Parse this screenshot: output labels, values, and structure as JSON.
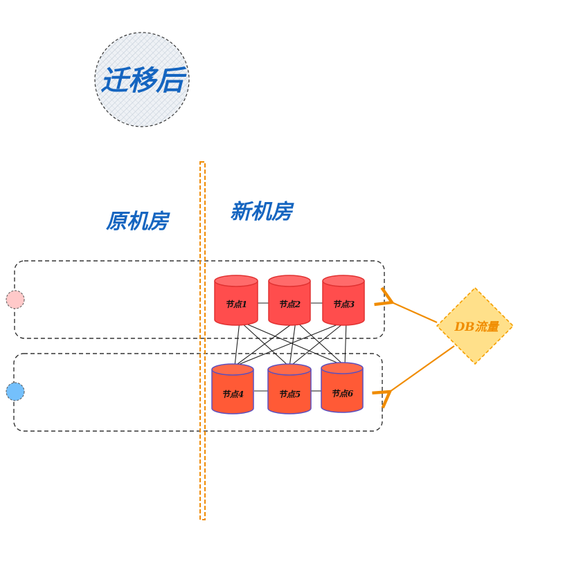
{
  "title": "迁移后",
  "labels": {
    "old_room": "原机房",
    "new_room": "新机房"
  },
  "nodes": [
    "节点1",
    "节点2",
    "节点3",
    "节点4",
    "节点5",
    "节点6"
  ],
  "traffic": {
    "label": "DB流量"
  },
  "colors": {
    "title_text": "#1565c0",
    "node_fill": "#ff4d4d",
    "node_stroke_top": "#e03131",
    "node_stroke_bottom": "#5c4fbd",
    "divider": "#f08c00",
    "traffic_fill": "#ffe08a",
    "traffic_stroke": "#f59f00",
    "traffic_text": "#f08c00",
    "arrow": "#f08c00",
    "dot_pink": "#ffc9c9",
    "dot_blue": "#74c0fc"
  }
}
